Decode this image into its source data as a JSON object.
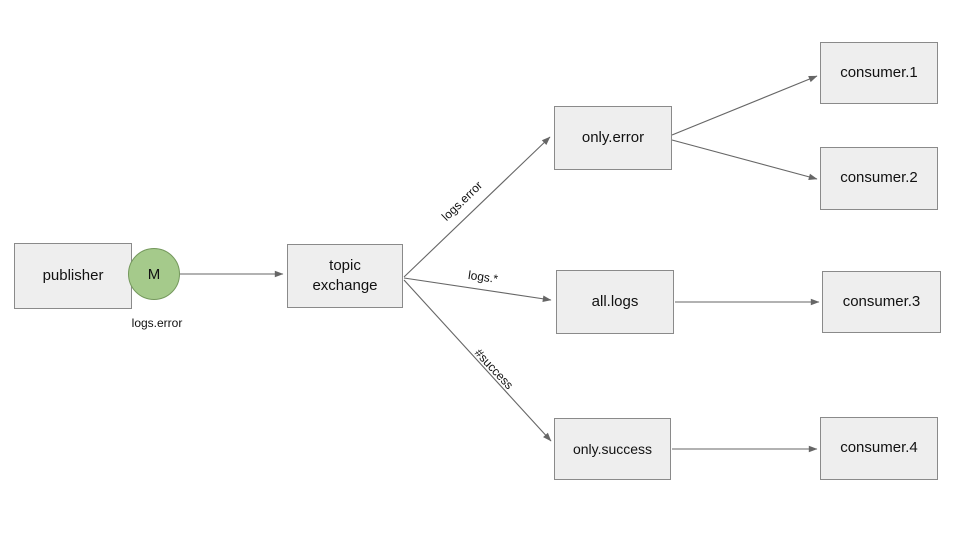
{
  "diagram": {
    "publisher": {
      "label": "publisher"
    },
    "message": {
      "label": "M",
      "routing_key": "logs.error"
    },
    "exchange": {
      "label": "topic\nexchange"
    },
    "bindings": [
      {
        "key": "logs.error"
      },
      {
        "key": "logs.*"
      },
      {
        "key": "#success"
      }
    ],
    "queues": [
      {
        "label": "only.error"
      },
      {
        "label": "all.logs"
      },
      {
        "label": "only.success"
      }
    ],
    "consumers": [
      {
        "label": "consumer.1"
      },
      {
        "label": "consumer.2"
      },
      {
        "label": "consumer.3"
      },
      {
        "label": "consumer.4"
      }
    ],
    "colors": {
      "background": "#ffffff",
      "node_fill": "#eeeeee",
      "node_border": "#8a8a8a",
      "message_fill": "#a5ca8b",
      "message_border": "#74985c",
      "arrow": "#666666",
      "text": "#111111"
    }
  }
}
